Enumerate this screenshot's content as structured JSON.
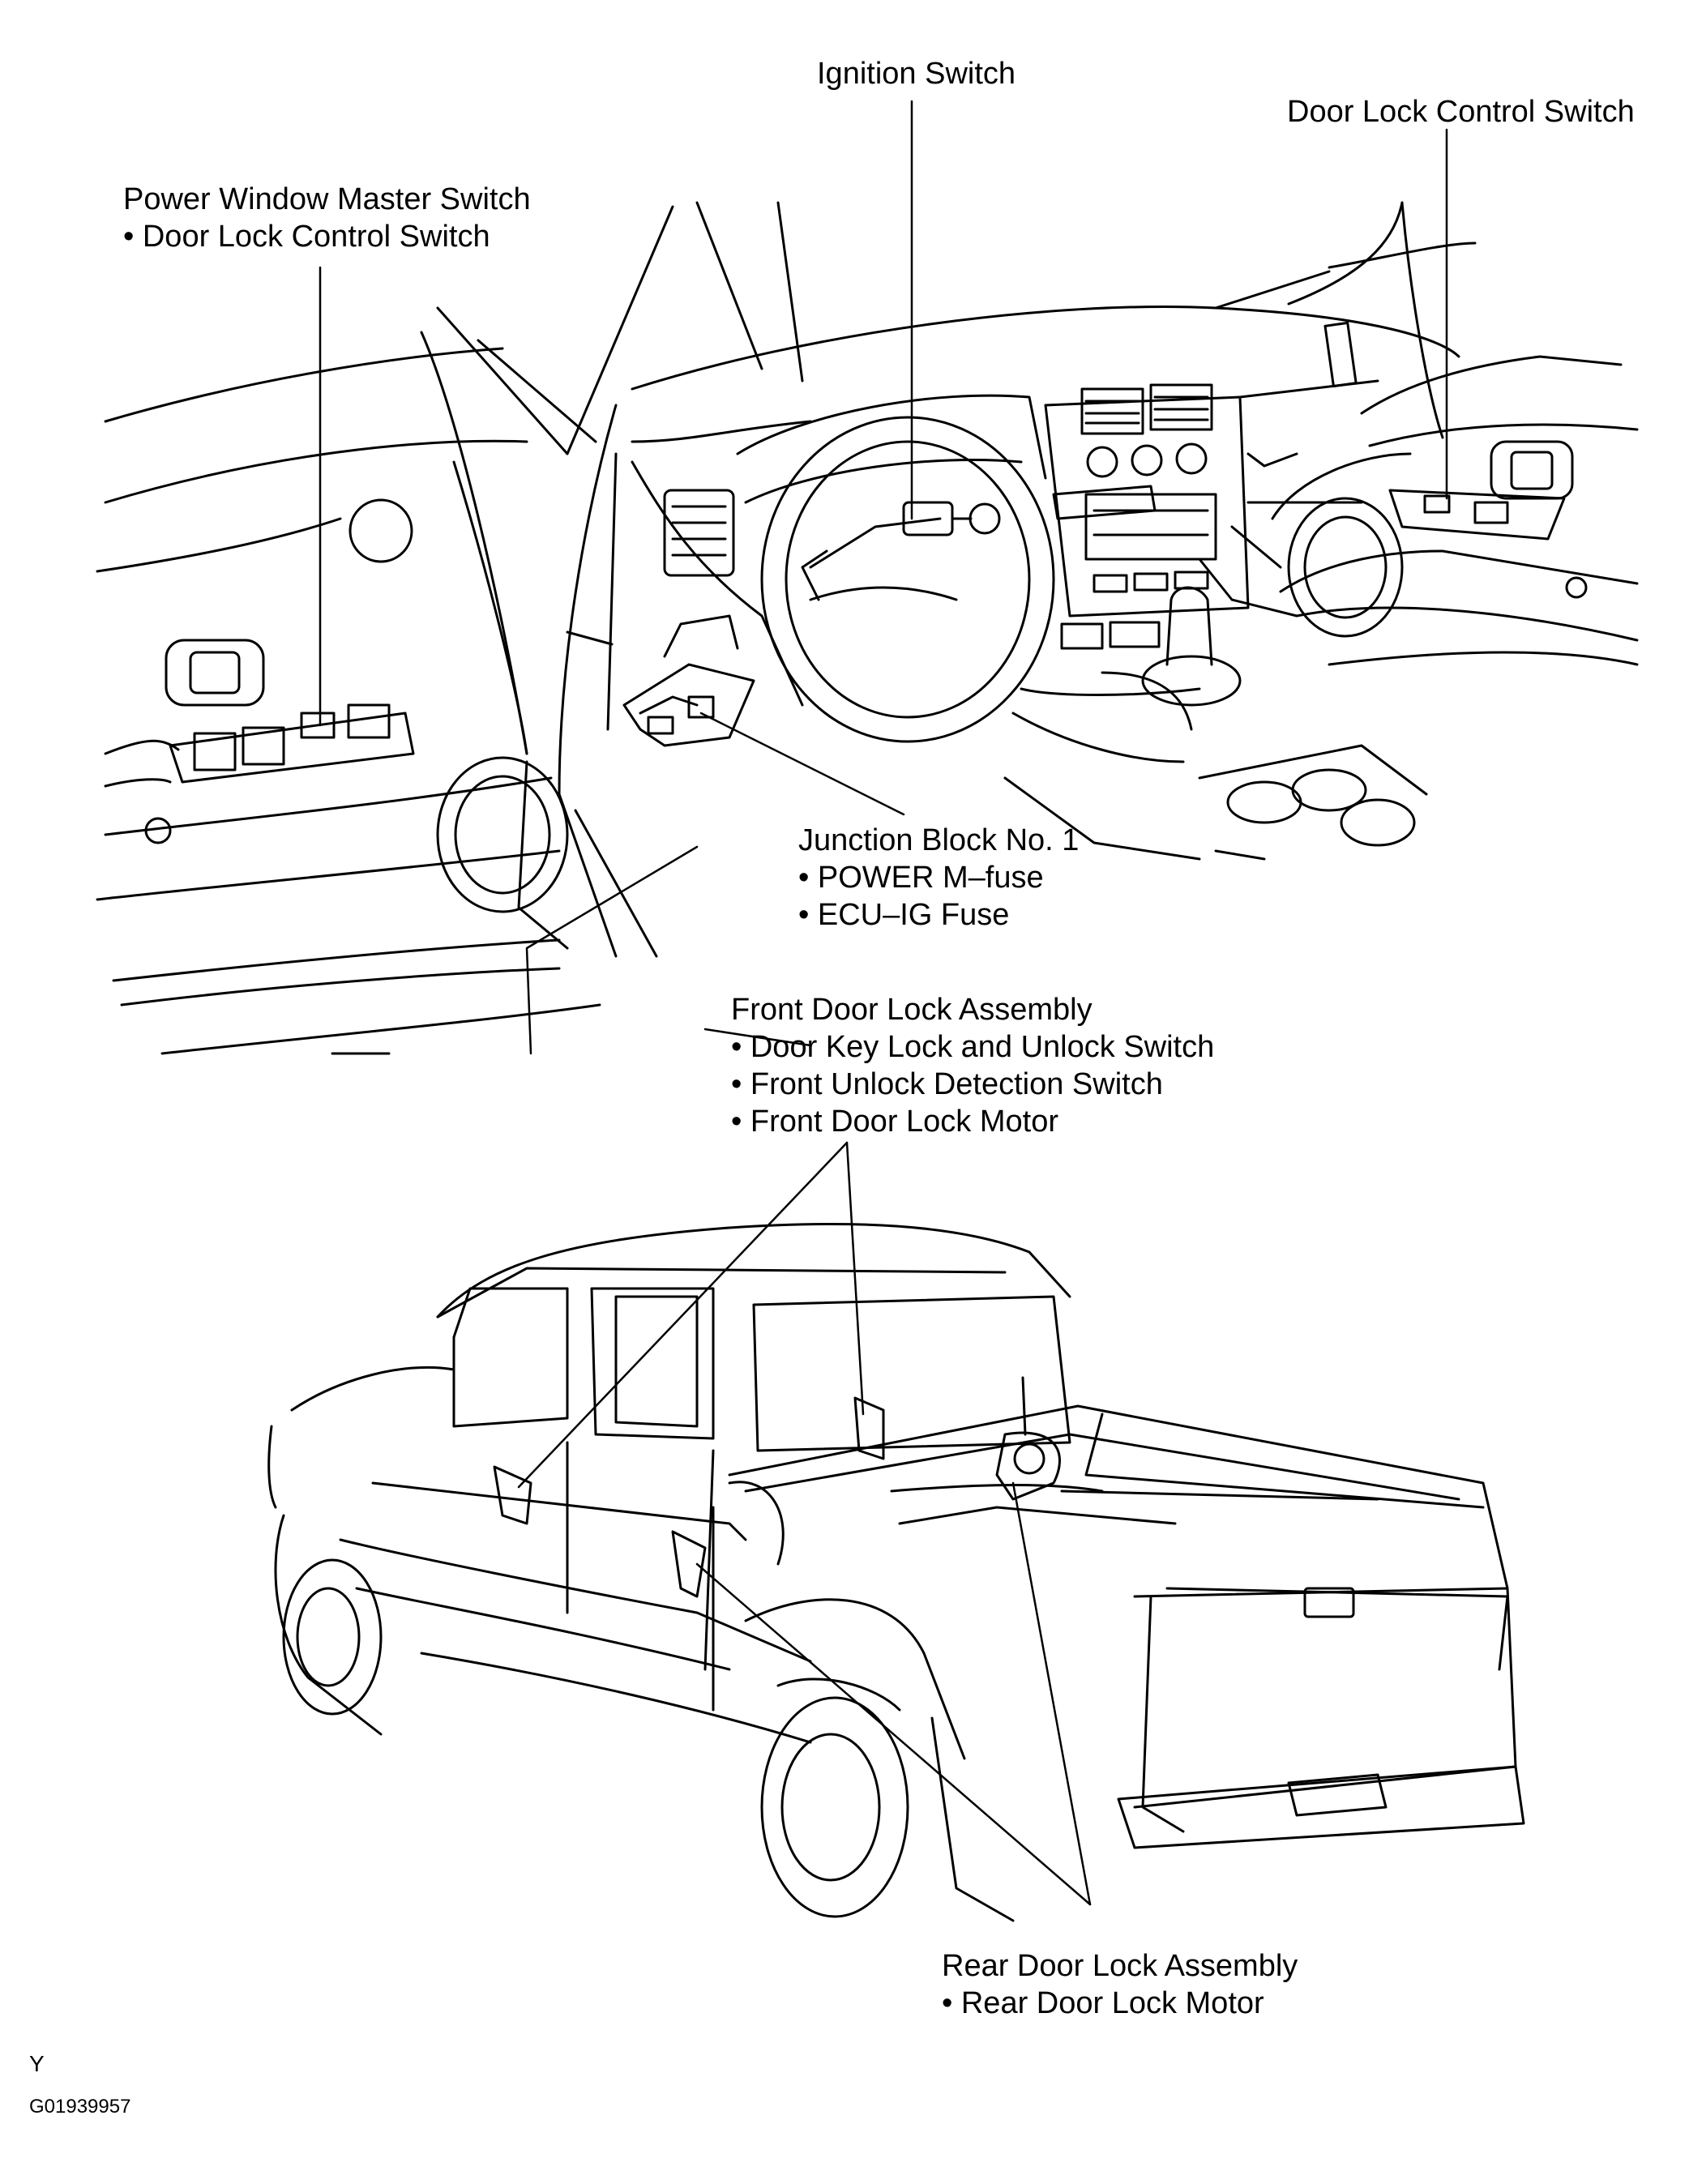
{
  "labels": {
    "ignition_switch": "Ignition Switch",
    "door_lock_control_switch_right": "Door Lock Control Switch",
    "power_window_master": {
      "title": "Power Window Master Switch",
      "items": [
        "• Door Lock Control Switch"
      ]
    },
    "junction_block": {
      "title": "Junction Block No. 1",
      "items": [
        "• POWER M–fuse",
        "• ECU–IG Fuse"
      ]
    },
    "front_door_lock": {
      "title": "Front Door Lock Assembly",
      "items": [
        "• Door Key Lock and Unlock Switch",
        "• Front Unlock Detection Switch",
        "• Front Door Lock Motor"
      ]
    },
    "rear_door_lock": {
      "title": "Rear Door Lock Assembly",
      "items": [
        "• Rear Door Lock Motor"
      ]
    }
  },
  "corner": {
    "letter": "Y",
    "code": "G01939957"
  }
}
